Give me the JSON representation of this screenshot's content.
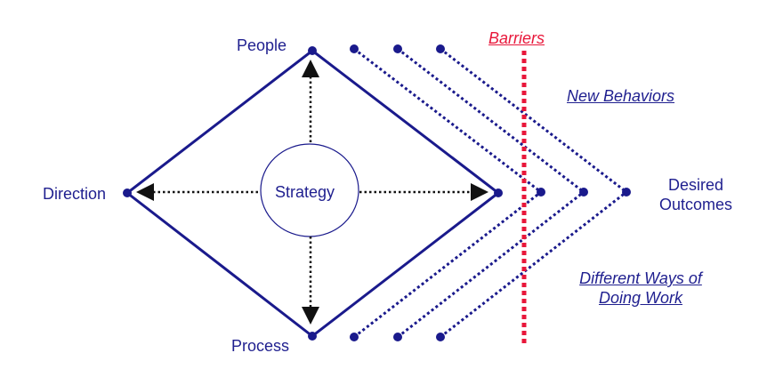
{
  "diagram": {
    "nodes": {
      "people": "People",
      "direction": "Direction",
      "process": "Process",
      "strategy": "Strategy",
      "desired_outcomes_line1": "Desired",
      "desired_outcomes_line2": "Outcomes"
    },
    "annotations": {
      "barriers": "Barriers",
      "new_behaviors": "New Behaviors",
      "different_ways_line1": "Different Ways of",
      "different_ways_line2": "Doing Work"
    },
    "colors": {
      "navy": "#1a1a8c",
      "barrier_red": "#e8173a",
      "arrow_black": "#111111"
    }
  }
}
